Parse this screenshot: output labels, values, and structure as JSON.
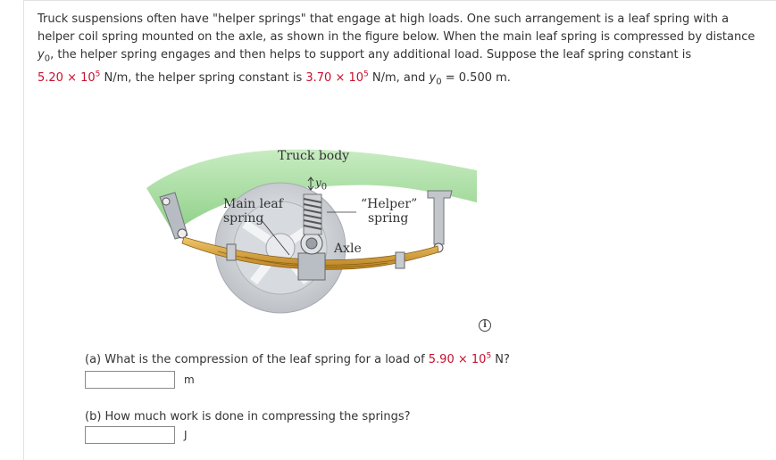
{
  "problem": {
    "intro_line1": "Truck suspensions often have \"helper springs\" that engage at high loads. One such arrangement is a leaf spring with a",
    "intro_line2": "helper coil spring mounted on the axle, as shown in the figure below. When the main leaf spring is compressed by distance",
    "intro_line3_var": "y",
    "intro_line3_sub": "0",
    "intro_line3_rest": ", the helper spring engages and then helps to support any additional load. Suppose the leaf spring constant is",
    "leaf_k_mantissa": "5.20 × 10",
    "leaf_k_exp": "5",
    "leaf_k_unit": " N/m, the helper spring constant is ",
    "helper_k_mantissa": "3.70 × 10",
    "helper_k_exp": "5",
    "helper_k_unit": " N/m, and ",
    "y0_var": "y",
    "y0_sub": "0",
    "y0_eq": " = 0.500 m."
  },
  "figure": {
    "truck_body": "Truck body",
    "y0_label": "y",
    "y0_sub": "0",
    "main_leaf_line1": "Main leaf",
    "main_leaf_line2": "spring",
    "helper_line1": "“Helper”",
    "helper_line2": "spring",
    "axle": "Axle"
  },
  "info_icon": "info-icon",
  "part_a": {
    "question_prefix": "(a) What is the compression of the leaf spring for a load of ",
    "load_mantissa": "5.90 × 10",
    "load_exp": "5",
    "question_suffix": " N?",
    "answer_value": "",
    "unit": "m"
  },
  "part_b": {
    "question": "(b) How much work is done in compressing the springs?",
    "answer_value": "",
    "unit": "J"
  },
  "colors": {
    "accent_red": "#c8102e",
    "truck_green": "#a8dca0",
    "leaf_spring": "#d8a441",
    "wheel_gray": "#c4c7cc"
  }
}
